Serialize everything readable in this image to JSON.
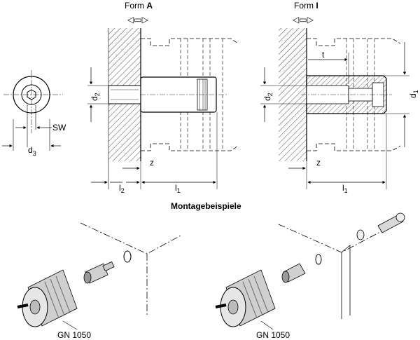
{
  "form_a": {
    "prefix": "Form ",
    "letter": "A"
  },
  "form_i": {
    "prefix": "Form ",
    "letter": "I"
  },
  "view_symbol": "◁▭▷",
  "dims": {
    "d1": "d",
    "d1_sub": "1",
    "d2": "d",
    "d2_sub": "2",
    "d3": "d",
    "d3_sub": "3",
    "l1": "l",
    "l1_sub": "1",
    "l2": "l",
    "l2_sub": "2",
    "sw": "SW",
    "z": "z",
    "t": "t"
  },
  "section_title": "Montagebeispiele",
  "examples": [
    {
      "label": "GN 1050"
    },
    {
      "label": "GN 1050"
    }
  ]
}
